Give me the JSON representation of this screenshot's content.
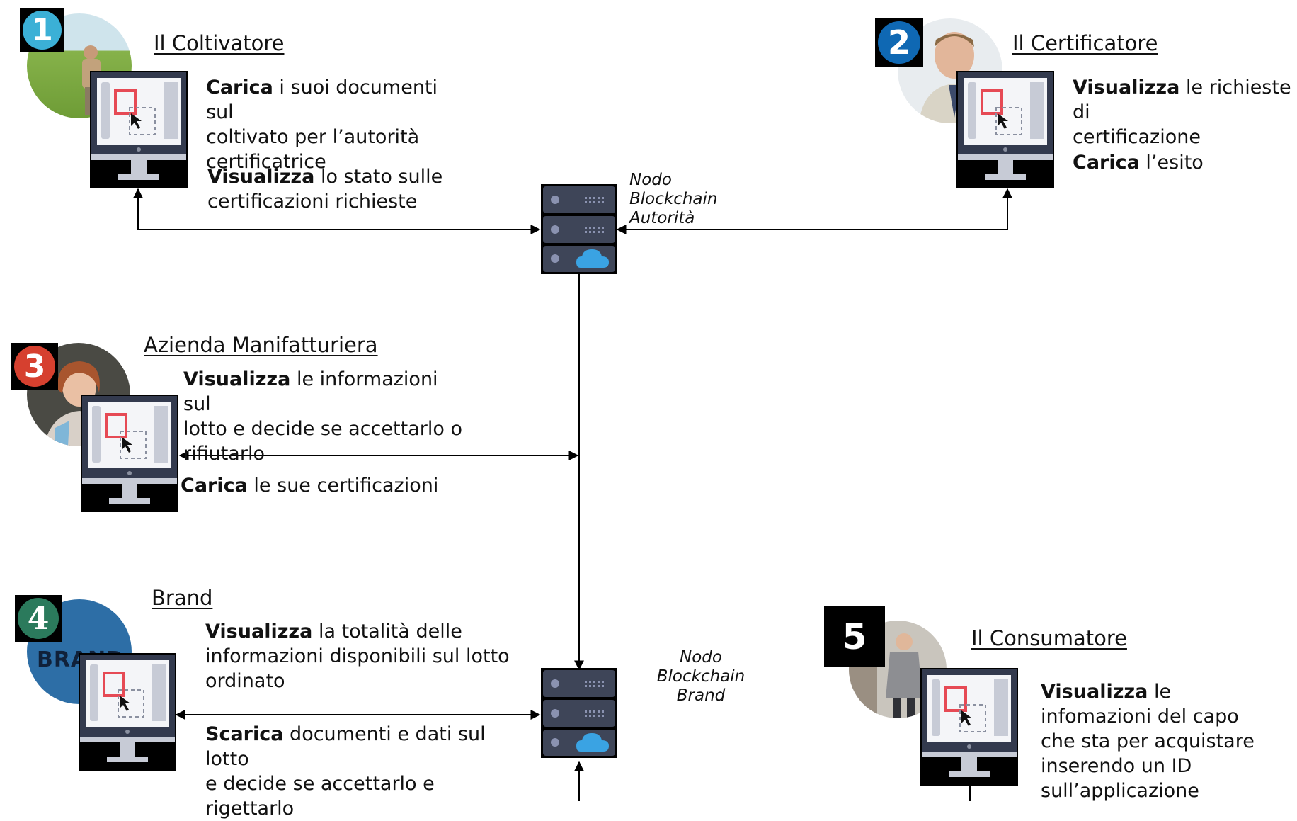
{
  "actors": [
    {
      "number": "1",
      "title": "Il Coltivatore",
      "blocks": [
        {
          "bold": "Carica",
          "text": " i suoi documenti sul\ncoltivato per l’autorità\ncertificatrice"
        },
        {
          "bold": "Visualizza",
          "text": " lo stato sulle\ncertificazioni richieste"
        }
      ]
    },
    {
      "number": "2",
      "title": "Il Certificatore",
      "blocks": [
        {
          "bold": "Visualizza",
          "text": " le richieste di\ncertificazione"
        },
        {
          "bold": "Carica",
          "text": " l’esito"
        }
      ]
    },
    {
      "number": "3",
      "title": "Azienda Manifatturiera",
      "blocks": [
        {
          "bold": "Visualizza",
          "text": " le informazioni sul\nlotto e decide se accettarlo o\nrifiutarlo"
        },
        {
          "bold": "Carica",
          "text": " le sue certificazioni"
        }
      ]
    },
    {
      "number": "4",
      "title": "Brand",
      "logo_text": "BRAND",
      "blocks": [
        {
          "bold": "Visualizza",
          "text": " la totalità delle\ninformazioni disponibili sul lotto\nordinato"
        },
        {
          "bold": "Scarica",
          "text": " documenti e dati sul lotto\ne decide se accettarlo e rigettarlo"
        }
      ]
    },
    {
      "number": "5",
      "title": "Il Consumatore",
      "blocks": [
        {
          "bold": "Visualizza",
          "text": " le\ninfomazioni del capo\nche sta per acquistare\ninserendo un ID\nsull’applicazione"
        }
      ]
    }
  ],
  "nodes": [
    {
      "label": "Nodo\nBlockchain\nAutorità"
    },
    {
      "label": "Nodo Blockchain\nBrand"
    }
  ],
  "colors": {
    "badge1": "#3bb0d6",
    "badge2": "#0f68b3",
    "badge3": "#d6402f",
    "badge4": "#2b7a5c",
    "badge5": "#000000",
    "server": "#3e4558",
    "cloud": "#3aa3e3",
    "monitor_frame": "#333a4e",
    "monitor_stand": "#c7cbd6",
    "cursor_box": "#e64a55"
  }
}
